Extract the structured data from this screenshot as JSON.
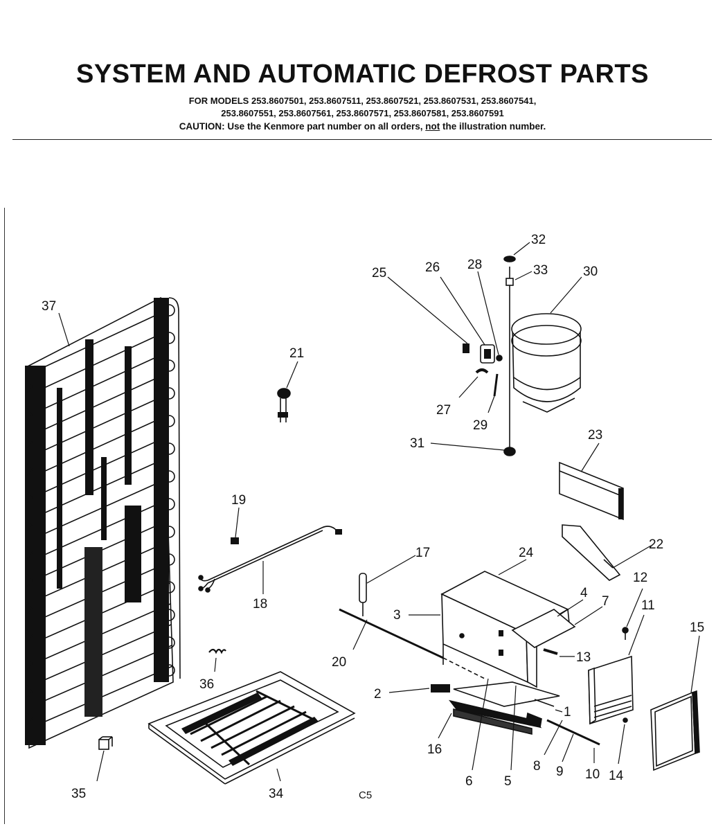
{
  "header": {
    "title": "SYSTEM AND AUTOMATIC DEFROST PARTS",
    "models_line1": "FOR MODELS 253.8607501, 253.8607511, 253.8607521, 253.8607531, 253.8607541,",
    "models_line2": "253.8607551, 253.8607561, 253.8607571, 253.8607581, 253.8607591",
    "caution_prefix": "CAUTION: Use the Kenmore part number on all orders,",
    "caution_not": "not",
    "caution_suffix": "the illustration number."
  },
  "callouts": {
    "c1": "1",
    "c2": "2",
    "c3": "3",
    "c4": "4",
    "c5": "5",
    "c6": "6",
    "c7": "7",
    "c8": "8",
    "c9": "9",
    "c10": "10",
    "c11": "11",
    "c12": "12",
    "c13": "13",
    "c14": "14",
    "c15": "15",
    "c16": "16",
    "c17": "17",
    "c18": "18",
    "c19": "19",
    "c20": "20",
    "c21": "21",
    "c22": "22",
    "c23": "23",
    "c24": "24",
    "c25": "25",
    "c26": "26",
    "c27": "27",
    "c28": "28",
    "c29": "29",
    "c30": "30",
    "c31": "31",
    "c32": "32",
    "c33": "33",
    "c34": "34",
    "c35": "35",
    "c36": "36",
    "c37": "37"
  },
  "footer": {
    "page_code": "C5"
  }
}
